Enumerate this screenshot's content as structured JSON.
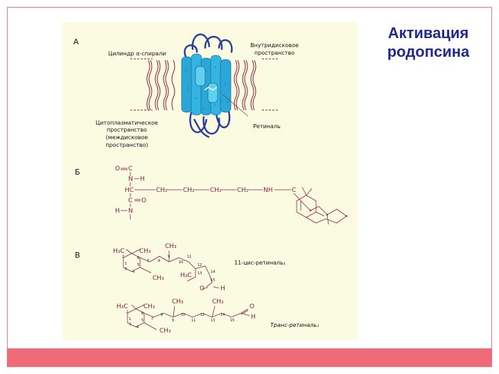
{
  "slide": {
    "title_line1": "Активация",
    "title_line2": "родопсина",
    "colors": {
      "title": "#1f2a8c",
      "frame": "#e07b86",
      "bar": "#f06b7a",
      "panel": "#fbfbe2",
      "structure": "#8a1c3c",
      "helix": "#2aa7d6"
    }
  },
  "panel_a": {
    "letter": "А",
    "helices_label": "Цилиндр α-спирали",
    "intradisc_line1": "Внутридисковое",
    "intradisc_line2": "пространство",
    "cyto_line1": "Цитоплазматическое",
    "cyto_line2": "пространство",
    "cyto_line3": "(междисковое",
    "cyto_line4": "пространство)",
    "retinal_label": "Ретиналь"
  },
  "panel_b": {
    "letter": "Б",
    "o": "O",
    "c": "C",
    "n": "N",
    "h": "H",
    "hc": "HC",
    "ch2": "CH₂",
    "nh": "NH",
    "o2": "O",
    "h2": "H"
  },
  "panel_v": {
    "letter": "В",
    "cis_label": "11-цис-ретиналь₁",
    "trans_label": "Транс-ретиналь₁",
    "h3c": "H₃C",
    "ch3": "CH₃",
    "o": "O",
    "h": "H",
    "numbers": [
      "1",
      "2",
      "3",
      "4",
      "5",
      "6",
      "7",
      "8",
      "9",
      "10",
      "11",
      "12",
      "13",
      "14",
      "15"
    ]
  }
}
